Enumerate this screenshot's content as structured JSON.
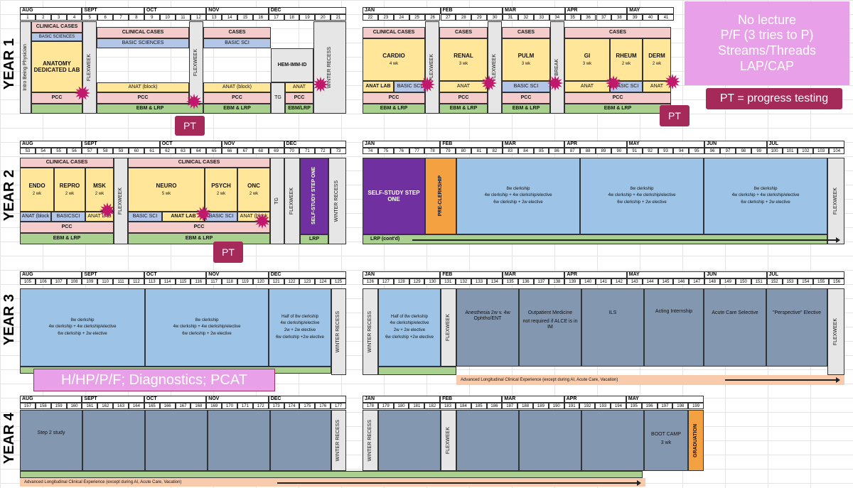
{
  "years": {
    "y1": "YEAR 1",
    "y2": "YEAR 2",
    "y3": "YEAR 3",
    "y4": "YEAR 4"
  },
  "row1": {
    "months_left": [
      "AUG",
      "SEPT",
      "OCT",
      "NOV",
      "DEC"
    ],
    "months_right": [
      "JAN",
      "FEB",
      "MAR",
      "APR",
      "MAY"
    ],
    "weeks_left": [
      "1",
      "2",
      "3",
      "4",
      "5",
      "6",
      "7",
      "8",
      "9",
      "10",
      "11",
      "12",
      "13",
      "14",
      "15",
      "16",
      "17",
      "18",
      "19",
      "20",
      "21"
    ],
    "weeks_right": [
      "22",
      "23",
      "24",
      "25",
      "26",
      "27",
      "28",
      "29",
      "30",
      "31",
      "32",
      "33",
      "34",
      "35",
      "36",
      "37",
      "38",
      "39",
      "40",
      "41"
    ],
    "intro": "Intro Being Physician",
    "clinical_cases": "CLINICAL CASES",
    "basic_sciences": "BASIC SCIENCES",
    "anatomy_lab": "ANATOMY DEDICATED LAB",
    "pcc": "PCC",
    "flexweek": "FLEXWEEK",
    "cc2": "CLINICAL CASES",
    "bs2": "BASIC SCIENCES",
    "anat_block": "ANAT (block)",
    "ebm": "EBM & LRP",
    "cases": "CASES",
    "basic_sci": "BASIC SCI",
    "hem": "HEM-IMM-ID",
    "tg": "TG",
    "anat": "ANAT",
    "ebm_lrp": "EBM/LRP",
    "winter": "WINTER RECESS",
    "cardio": "CARDIO",
    "cardio_wk": "4 wk",
    "renal": "RENAL",
    "renal_wk": "3 wk",
    "pulm": "PULM",
    "pulm_wk": "3 wk",
    "gi": "GI",
    "gi_wk": "3 wk",
    "rheum": "RHEUM",
    "rheum_wk": "2 wk",
    "derm": "DERM",
    "derm_wk": "2 wk",
    "anat_lab": "ANAT LAB",
    "basic_sci_sh": "BASIC SCI",
    "flexweek2": "FLEXWEEK",
    "break": "BREAK"
  },
  "row2": {
    "months_left": [
      "AUG",
      "SEPT",
      "OCT",
      "NOV",
      "DEC"
    ],
    "months_right": [
      "JAN",
      "FEB",
      "MAR",
      "APR",
      "MAY",
      "JUN",
      "JUL"
    ],
    "weeks_left": [
      "53",
      "54",
      "55",
      "56",
      "57",
      "58",
      "59",
      "60",
      "61",
      "62",
      "63",
      "64",
      "65",
      "66",
      "67",
      "68",
      "69",
      "70",
      "71",
      "72",
      "73"
    ],
    "weeks_right": [
      "74",
      "75",
      "76",
      "77",
      "78",
      "79",
      "80",
      "81",
      "82",
      "83",
      "84",
      "85",
      "86",
      "87",
      "88",
      "89",
      "90",
      "91",
      "92",
      "93",
      "94",
      "95",
      "96",
      "97",
      "98",
      "99",
      "100",
      "101",
      "102",
      "103",
      "104"
    ],
    "endo": "ENDO",
    "endo_wk": "2 wk",
    "repro": "REPRO",
    "repro_wk": "2 wk",
    "msk": "MSK",
    "msk_wk": "2 wk",
    "neuro": "NEURO",
    "neuro_wk": "5 wk",
    "psych": "PSYCH",
    "psych_wk": "2 wk",
    "onc": "ONC",
    "onc_wk": "2 wk",
    "anat_block": "ANAT (block",
    "basicsci": "BASICSCI",
    "anat_lab": "ANAT LAB",
    "basic_sci": "BASIC SCI",
    "anat_block2": "ANAT (block",
    "self_study": "SELF-STUDY STEP ONE",
    "self_study2": "SELF-STUDY STEP ONE",
    "pre_clerkship": "PRE-CLERKSHIP",
    "clerk_a": "8w clerkship",
    "clerk_b": "4w clerkship + 4w clerkship/elective",
    "clerk_c": "6w clerkship + 2w elective",
    "lrp": "LRP",
    "lrp_cont": "LRP (cont'd)"
  },
  "row3": {
    "months_left": [
      "AUG",
      "SEPT",
      "OCT",
      "NOV",
      "DEC"
    ],
    "months_right": [
      "JAN",
      "FEB",
      "MAR",
      "APR",
      "MAY",
      "JUN",
      "JUL"
    ],
    "weeks_left": [
      "105",
      "106",
      "107",
      "108",
      "109",
      "110",
      "111",
      "112",
      "113",
      "114",
      "115",
      "116",
      "117",
      "118",
      "119",
      "120",
      "121",
      "122",
      "123",
      "124",
      "125"
    ],
    "weeks_right": [
      "126",
      "127",
      "128",
      "129",
      "130",
      "131",
      "132",
      "133",
      "134",
      "135",
      "136",
      "137",
      "138",
      "139",
      "140",
      "141",
      "142",
      "143",
      "144",
      "145",
      "146",
      "147",
      "148",
      "149",
      "150",
      "151",
      "152",
      "153",
      "154",
      "155",
      "156"
    ],
    "half_a": "Half of 8w clerkship",
    "half_b": "4w clerkship/elective",
    "half_c": "2w + 2w elective",
    "half_d": "6w clerkship +2w elective",
    "anesthesia": "Anesthesia 2w v. 4w Ophtho/ENT",
    "outpatient": "Outpatient Medicine",
    "outpatient_b": "not required if ALCE is in IM",
    "ils": "ILS",
    "acting": "Acting Internship",
    "acute": "Acute Care Selective",
    "perspective": "\"Perspective\" Elective",
    "alce": "Advanced Longitudinal Clinical Experience (except during AI, Acute Care, Vacation)"
  },
  "row4": {
    "months_left": [
      "AUG",
      "SEPT",
      "OCT",
      "NOV",
      "DEC"
    ],
    "months_right": [
      "JAN",
      "FEB",
      "MAR",
      "APR",
      "MAY"
    ],
    "weeks_left": [
      "157",
      "158",
      "159",
      "160",
      "161",
      "162",
      "163",
      "164",
      "165",
      "166",
      "167",
      "168",
      "169",
      "170",
      "171",
      "172",
      "173",
      "174",
      "175",
      "176",
      "177"
    ],
    "weeks_right": [
      "178",
      "179",
      "180",
      "181",
      "182",
      "183",
      "184",
      "185",
      "186",
      "187",
      "188",
      "189",
      "190",
      "191",
      "192",
      "193",
      "194",
      "195",
      "196",
      "197",
      "198",
      "199"
    ],
    "step2": "Step 2 study",
    "boot_camp": "BOOT CAMP",
    "boot_wk": "3 wk",
    "graduation": "GRADUATION",
    "alce": "Advanced Longitudinal Clinical Experience (except during AI, Acute Care, Vacation)"
  },
  "notes": {
    "top_right": "No lecture\nP/F (3 tries to P)\nStreams/Threads\nLAP/CAP",
    "pt_def": "PT = progress testing",
    "pt": "PT",
    "year3": "H/HP/P/F; Diagnostics; PCAT"
  },
  "colors": {
    "pink": "#f4cccc",
    "green": "#a9d08e",
    "blue": "#b4c6e7",
    "yellow": "#ffe699",
    "clerkship": "#9dc3e6",
    "slate": "#8497b0",
    "purple": "#7030a0",
    "orange": "#f4a142",
    "tag": "#a52a5a",
    "note": "#e8a0e8",
    "star": "#c0186b"
  },
  "icons": {
    "star": "starburst-icon",
    "arrow": "arrow-right-icon"
  }
}
